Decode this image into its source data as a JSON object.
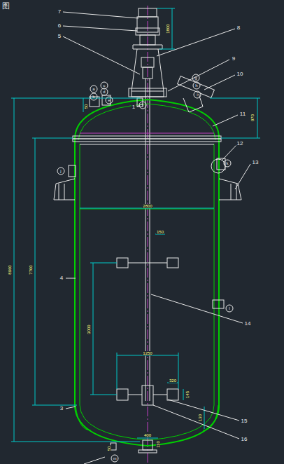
{
  "diagram": {
    "labels": [
      "图",
      "7",
      "6",
      "5",
      "8",
      "9",
      "10",
      "11",
      "12",
      "13",
      "4",
      "14",
      "3",
      "15",
      "16",
      "1",
      "1800",
      "970",
      "8960",
      "7700",
      "2800",
      "150",
      "3000",
      "1250",
      "320",
      "145",
      "130",
      "50",
      "50",
      "110",
      "400",
      "a",
      "b",
      "c",
      "d",
      "e",
      "f",
      "g",
      "h",
      "i",
      "j",
      "k",
      "l",
      "m"
    ]
  }
}
